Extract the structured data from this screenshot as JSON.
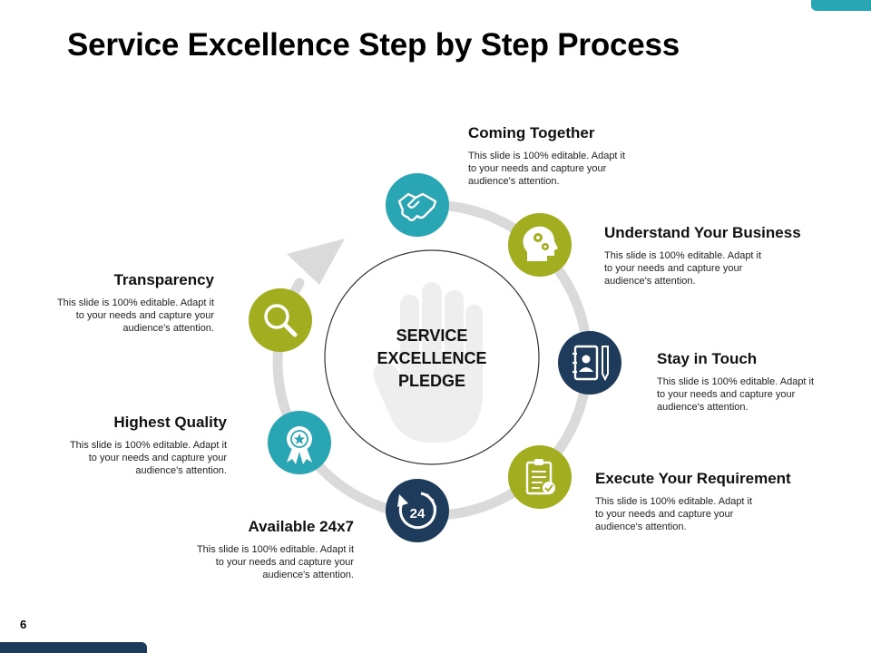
{
  "title": "Service Excellence Step by Step Process",
  "page_number": "6",
  "center": {
    "line1": "SERVICE",
    "line2": "EXCELLENCE",
    "line3": "PLEDGE"
  },
  "colors": {
    "teal": "#2aa5b4",
    "olive": "#a2ad1f",
    "navy": "#1f3b5c",
    "ring": "#d9d9d9"
  },
  "steps": [
    {
      "title": "Coming Together",
      "icon": "handshake-icon",
      "color": "teal",
      "desc": [
        "This slide is 100% editable. Adapt it",
        "to your needs and capture your",
        "audience's attention."
      ]
    },
    {
      "title": "Understand Your Business",
      "icon": "head-gears-icon",
      "color": "olive",
      "desc": [
        "This slide is 100% editable. Adapt it",
        "to your needs and capture your",
        "audience's attention."
      ]
    },
    {
      "title": "Stay in Touch",
      "icon": "contact-book-icon",
      "color": "navy",
      "desc": [
        "This slide is 100% editable. Adapt it",
        "to your needs and capture your",
        "audience's attention."
      ]
    },
    {
      "title": "Execute Your Requirement",
      "icon": "clipboard-check-icon",
      "color": "olive",
      "desc": [
        "This slide is 100% editable. Adapt it",
        "to your needs and capture your",
        "audience's attention."
      ]
    },
    {
      "title": "Available 24x7",
      "icon": "clock-24-icon",
      "color": "navy",
      "desc": [
        "This slide is 100% editable. Adapt it",
        "to your needs and capture your",
        "audience's attention."
      ]
    },
    {
      "title": "Highest Quality",
      "icon": "award-ribbon-icon",
      "color": "teal",
      "desc": [
        "This slide is 100% editable. Adapt it",
        "to your needs and capture your",
        "audience's attention."
      ]
    },
    {
      "title": "Transparency",
      "icon": "magnifier-icon",
      "color": "olive",
      "desc": [
        "This slide is 100% editable. Adapt it",
        "to your needs and capture your",
        "audience's attention."
      ]
    }
  ],
  "clock_label": "24"
}
